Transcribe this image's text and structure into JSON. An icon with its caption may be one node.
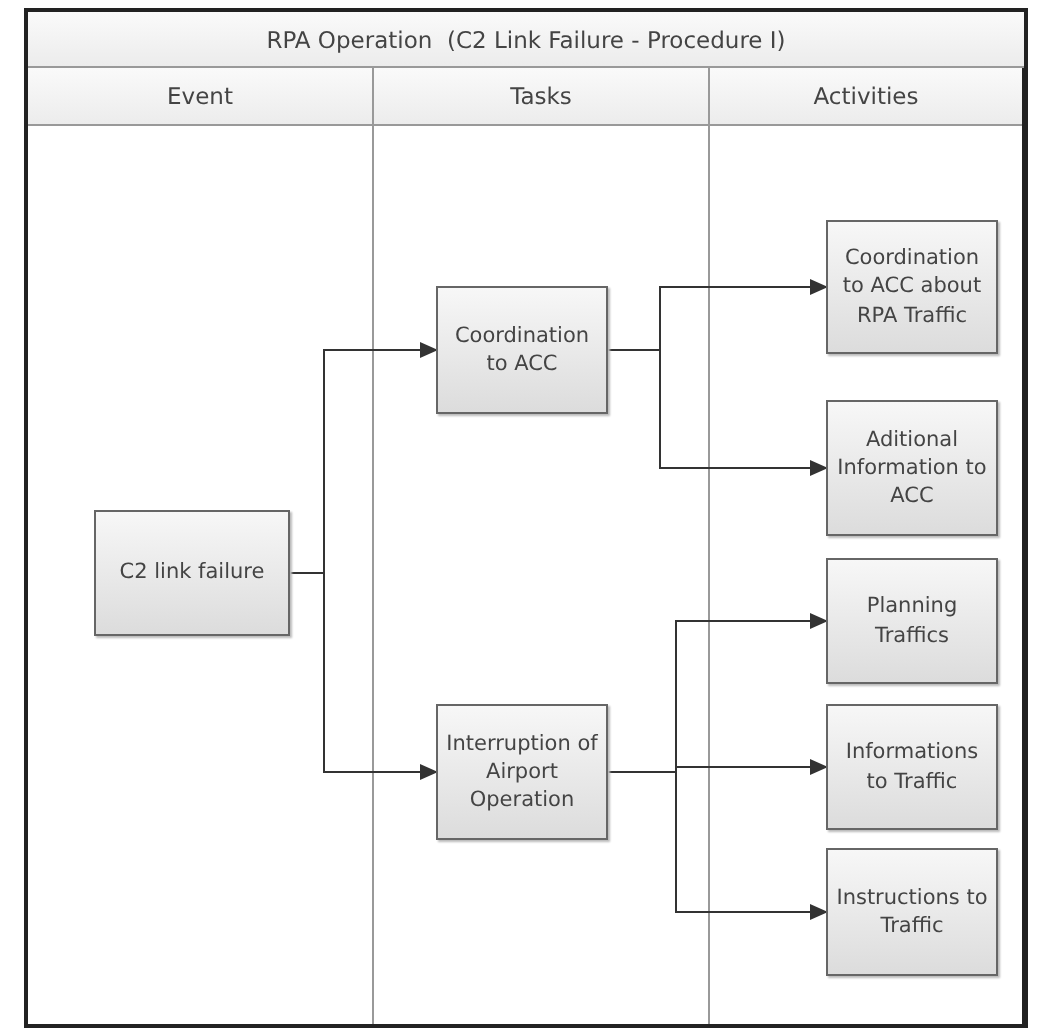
{
  "diagram": {
    "title": "RPA Operation  (C2 Link Failure - Procedure I)",
    "nodes": [
      {
        "text": [
          "Event"
        ]
      },
      {
        "text": [
          "Tasks"
        ]
      },
      {
        "text": [
          "Activities"
        ]
      },
      {
        "text": [
          "C2 link failure"
        ],
        "in": 0
      },
      {
        "text": [
          "Coordination to ACC"
        ],
        "in": 1
      },
      {
        "text": [
          "Interruption of Airport Operation"
        ],
        "in": 1
      },
      {
        "text": [
          "Coordination to ACC about RPA Traffic"
        ],
        "in": 2
      },
      {
        "text": [
          "Aditional Information to ACC"
        ],
        "in": 2
      },
      {
        "text": [
          "Planning Traffics"
        ],
        "in": 2
      },
      {
        "text": [
          "Informations to Traffic"
        ],
        "in": 2
      },
      {
        "text": [
          "Instructions to Traffic"
        ],
        "in": 2
      }
    ],
    "edges": [
      {
        "from": 3,
        "to": 4,
        "arrow": "to"
      },
      {
        "from": 3,
        "to": 5,
        "arrow": "to"
      },
      {
        "from": 4,
        "to": 6,
        "arrow": "to"
      },
      {
        "from": 4,
        "to": 7,
        "arrow": "to"
      },
      {
        "from": 5,
        "to": 8,
        "arrow": "to"
      },
      {
        "from": 5,
        "to": 9,
        "arrow": "to"
      },
      {
        "from": 5,
        "to": 10,
        "arrow": "to"
      }
    ]
  }
}
